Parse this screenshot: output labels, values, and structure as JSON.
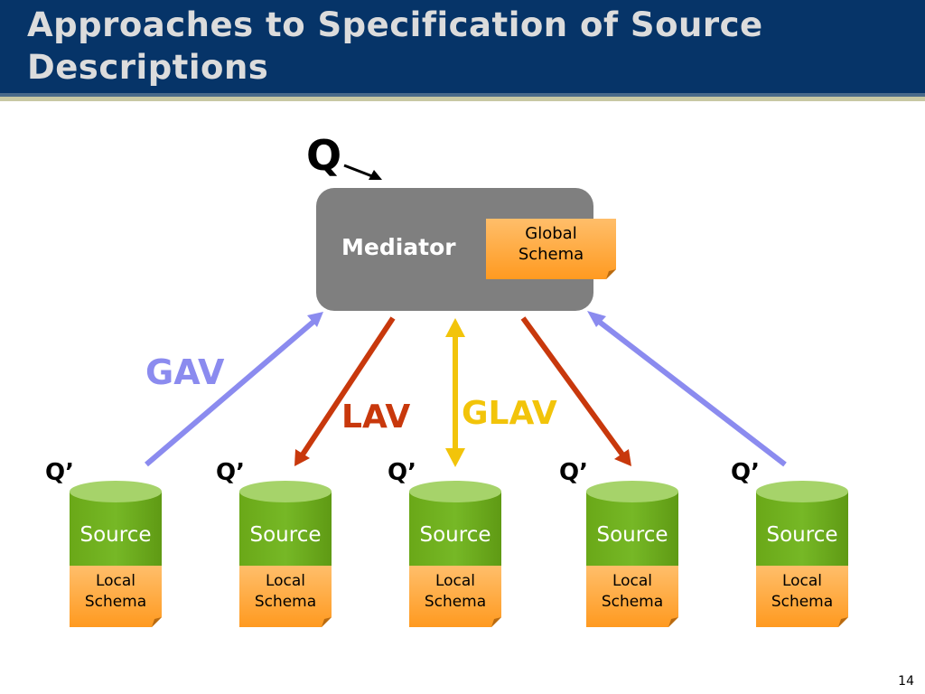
{
  "slide": {
    "title": "Approaches to Specification of Source Descriptions",
    "page_number": "14"
  },
  "diagram": {
    "query": "Q",
    "mediator": {
      "label": "Mediator",
      "schema_label": "Global\nSchema"
    },
    "approaches": {
      "gav": "GAV",
      "lav": "LAV",
      "glav": "GLAV"
    },
    "sources": [
      {
        "query": "Q’",
        "label": "Source",
        "schema_label": "Local\nSchema"
      },
      {
        "query": "Q’",
        "label": "Source",
        "schema_label": "Local\nSchema"
      },
      {
        "query": "Q’",
        "label": "Source",
        "schema_label": "Local\nSchema"
      },
      {
        "query": "Q’",
        "label": "Source",
        "schema_label": "Local\nSchema"
      },
      {
        "query": "Q’",
        "label": "Source",
        "schema_label": "Local\nSchema"
      }
    ],
    "colors": {
      "header": "#063468",
      "mediator": "#7f7f7f",
      "schema": "#ffa538",
      "source_body": "#6aaa1a",
      "source_top": "#a6d36a",
      "gav": "#8b8bef",
      "lav": "#c8380c",
      "glav": "#f2c40a"
    }
  }
}
